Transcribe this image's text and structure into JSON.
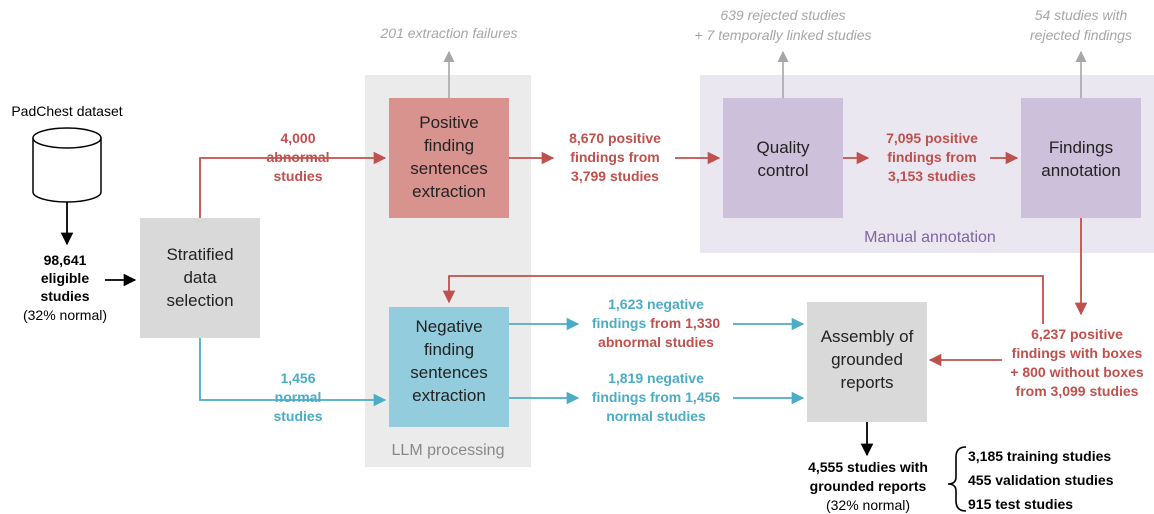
{
  "dataset": {
    "label": "PadChest dataset"
  },
  "eligible": {
    "line1": "98,641",
    "line2": "eligible",
    "line3": "studies",
    "line4": "(32% normal)"
  },
  "selection": {
    "line1": "Stratified",
    "line2": "data",
    "line3": "selection"
  },
  "abnormal": {
    "line1": "4,000",
    "line2": "abnormal",
    "line3": "studies"
  },
  "normal": {
    "line1": "1,456",
    "line2": "normal",
    "line3": "studies"
  },
  "llm_panel": {
    "label": "LLM processing"
  },
  "positive_box": {
    "line1": "Positive",
    "line2": "finding",
    "line3": "sentences",
    "line4": "extraction"
  },
  "negative_box": {
    "line1": "Negative",
    "line2": "finding",
    "line3": "sentences",
    "line4": "extraction"
  },
  "extraction_failures": {
    "label": "201 extraction failures"
  },
  "pos_findings_1": {
    "line1": "8,670 positive",
    "line2": "findings from",
    "line3": "3,799 studies"
  },
  "manual_panel": {
    "label": "Manual annotation"
  },
  "qc_box": {
    "line1": "Quality",
    "line2": "control"
  },
  "rejected": {
    "line1": "639 rejected studies",
    "line2": "+ 7 temporally linked studies"
  },
  "pos_findings_2": {
    "line1": "7,095 positive",
    "line2": "findings from",
    "line3": "3,153 studies"
  },
  "annotation_box": {
    "line1": "Findings",
    "line2": "annotation"
  },
  "rejected_findings": {
    "line1": "54 studies with",
    "line2": "rejected findings"
  },
  "boxes_out": {
    "line1": "6,237 positive",
    "line2": "findings with boxes",
    "line3": "+ 800 without boxes",
    "line4": "from 3,099 studies"
  },
  "neg_abnormal": {
    "line1a": "1,623 negative",
    "line2a": "findings",
    "line2b": " from 1,330",
    "line3": "abnormal studies"
  },
  "neg_normal": {
    "line1": "1,819 negative",
    "line2": "findings from 1,456",
    "line3": "normal studies"
  },
  "assembly_box": {
    "line1": "Assembly of",
    "line2": "grounded",
    "line3": "reports"
  },
  "final": {
    "line1": "4,555 studies with",
    "line2": "grounded reports",
    "line3": "(32% normal)"
  },
  "splits": [
    "3,185 training studies",
    "455 validation studies",
    "915 test studies"
  ],
  "colors": {
    "red": "#c0504d",
    "blue": "#4bacc6",
    "grey_box": "#d9d9d9",
    "positive_box": "#d9938f",
    "negative_box": "#93cddd",
    "manual_box": "#ccc0da",
    "panel": "#ebebeb",
    "manual_panel": "#eae7f0"
  }
}
